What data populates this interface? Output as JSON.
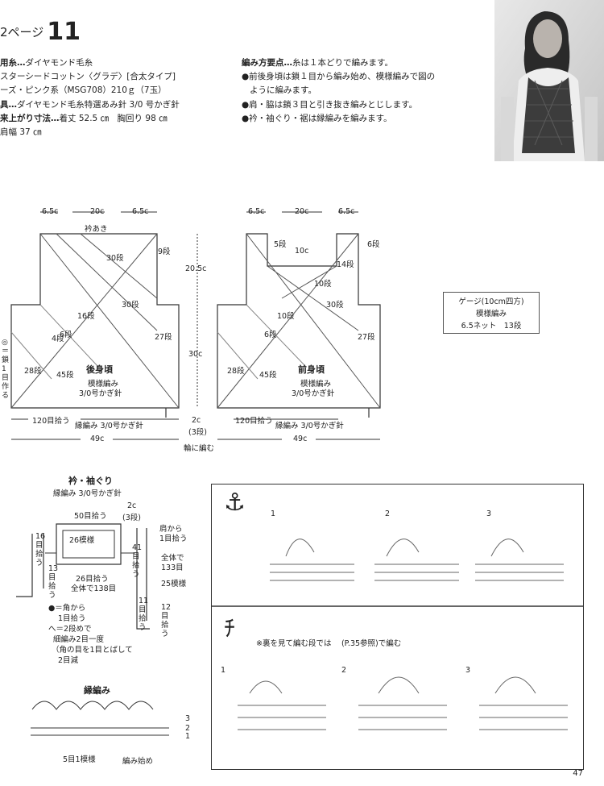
{
  "header": {
    "page_ref": "2ページ",
    "pattern_number": "11"
  },
  "materials": {
    "line1_label": "用糸…",
    "line1_value": "ダイヤモンド毛糸",
    "line2": "スターシードコットン〈グラデ〉[合太タイプ]",
    "line3": "ーズ・ピンク系（MSG708）210ｇ（7玉）",
    "line4_label": "具…",
    "line4_value": "ダイヤモンド毛糸特選あみ針 3/0 号かぎ針",
    "line5_label": "来上がり寸法…",
    "line5_value": "着丈 52.5 ㎝　胸回り 98 ㎝",
    "line6": "肩幅 37 ㎝"
  },
  "points": {
    "title": "編み方要点…",
    "title_rest": "糸は１本どりで編みます。",
    "items": [
      "●前後身頃は鎖１目から編み始め、模様編みで図の",
      "ように編みます。",
      "●肩・脇は鎖３目と引き抜き編みとじします。",
      "●衿・袖ぐり・裾は縁編みを編みます。"
    ]
  },
  "back": {
    "top_w1": "6.5c",
    "top_w2": "20c",
    "top_w3": "6.5c",
    "neck": "衿あき",
    "r30a": "30段",
    "r9": "9段",
    "h205": "20.5c",
    "r30b": "30段",
    "r16": "16段",
    "r6": "6段",
    "r4": "4段",
    "r27": "27段",
    "h30": "30c",
    "r28": "28段",
    "r45": "45段",
    "name": "後身頃",
    "sub1": "模様編み",
    "sub2": "3/0号かぎ針",
    "start_note": "◎＝鎖1目作る",
    "pickup": "120目拾う",
    "bottom_edge": "縁編み 3/0号かぎ針",
    "w49": "49c",
    "gap": "2c",
    "gap_rows": "(3段)",
    "round": "輪に編む"
  },
  "front": {
    "top_w1": "6.5c",
    "top_w2": "20c",
    "top_w3": "6.5c",
    "r5": "5段",
    "r6a": "6段",
    "neck_w": "10c",
    "r14": "14段",
    "r10a": "10段",
    "r30": "30段",
    "r10b": "10段",
    "r6b": "6段",
    "r27": "27段",
    "r28": "28段",
    "r45": "45段",
    "name": "前身頃",
    "sub1": "模様編み",
    "sub2": "3/0号かぎ針",
    "pickup": "120目拾う",
    "bottom_edge": "縁編み 3/0号かぎ針",
    "w49": "49c"
  },
  "gauge": {
    "title": "ゲージ(10cm四方)",
    "line2": "模様編み",
    "line3": "6.5ネット　13段"
  },
  "collar": {
    "title": "衿・袖ぐり",
    "sub": "縁編み 3/0号かぎ針",
    "pick50": "50目拾う",
    "c2": "2c",
    "c2r": "(3段)",
    "from_shoulder": "肩から",
    "pick1": "1目拾う",
    "pat26": "26模様",
    "l16a": "16",
    "l16b": "目",
    "l16c": "拾",
    "l16d": "う",
    "l13a": "13",
    "l13b": "目",
    "l13c": "拾",
    "l13d": "う",
    "pick26": "26目拾う",
    "total138": "全体で138目",
    "l41a": "41",
    "l41b": "目",
    "l41c": "拾",
    "l41d": "う",
    "total133a": "全体で",
    "total133b": "133目",
    "pat25": "25模様",
    "l11a": "11",
    "l11b": "目",
    "l11c": "拾",
    "l11d": "う",
    "l12a": "12",
    "l12b": "目",
    "l12c": "拾",
    "l12d": "う",
    "note1": "●＝角から",
    "note2": "1目拾う",
    "note3": "へ＝2段めで",
    "note4": "細編み2目一度",
    "note5": "（角の目を1目とばして",
    "note6": "2目減"
  },
  "edging": {
    "title": "縁編み",
    "r3": "3",
    "r2": "2",
    "r1": "1",
    "repeat": "5目1模様",
    "start": "編み始め"
  },
  "panel_top": {
    "s1": "1",
    "s2": "2",
    "s3": "3"
  },
  "panel_bottom": {
    "note": "※裏を見て編む段では 　(P.35参照)で編む",
    "s1": "1",
    "s2": "2",
    "s3": "3"
  },
  "page_number": "47"
}
